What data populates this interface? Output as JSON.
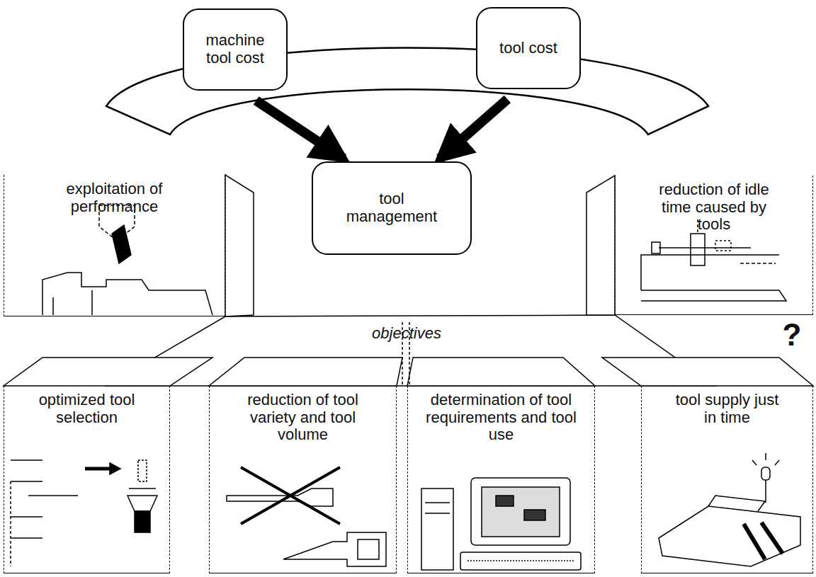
{
  "diagram": {
    "nodes": [
      {
        "text": [
          "machine tool cost"
        ]
      },
      {
        "text": [
          "tool cost"
        ]
      },
      {
        "text": [
          "tool management"
        ]
      },
      {
        "text": [
          "exploitation of performance"
        ]
      },
      {
        "text": [
          "reduction of idle time caused by tools"
        ]
      },
      {
        "text": [
          "optimized tool selection"
        ]
      },
      {
        "text": [
          "reduction of tool variety and tool volume"
        ]
      },
      {
        "text": [
          "determination of tool requirements and tool use"
        ]
      },
      {
        "text": [
          "tool supply just in time"
        ]
      }
    ],
    "edges": [
      {
        "from": 0,
        "to": 2,
        "arrow": "to"
      },
      {
        "from": 1,
        "to": 2,
        "arrow": "to"
      }
    ],
    "labels": [
      "objectives",
      "?"
    ]
  }
}
